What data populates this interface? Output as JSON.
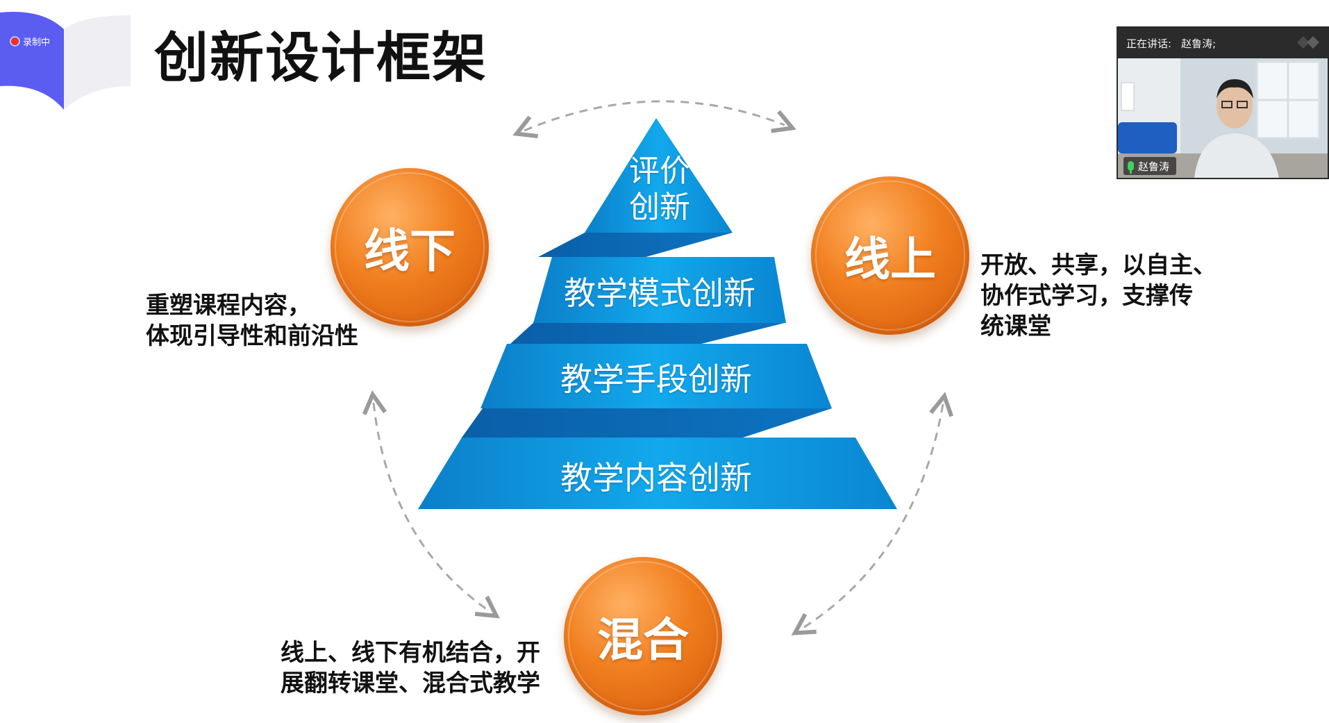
{
  "recording": {
    "label": "录制中"
  },
  "slide": {
    "title": "创新设计框架",
    "pyramid": [
      "评价\n创新",
      "教学模式创新",
      "教学手段创新",
      "教学内容创新"
    ],
    "circles": {
      "offline": "线下",
      "online": "线上",
      "blended": "混合"
    },
    "descriptions": {
      "offline": "重塑课程内容，\n体现引导性和前沿性",
      "online": "开放、共享，以自主、\n协作式学习，支撑传\n统课堂",
      "blended": "线上、线下有机结合，开\n展翻转课堂、混合式教学"
    }
  },
  "video": {
    "speaking_label": "正在讲话:",
    "speaker": "赵鲁涛;",
    "participant_name": "赵鲁涛"
  },
  "colors": {
    "pyramid_blue": "#0ea3e6",
    "circle_orange": "#f07e1e",
    "accent_purple": "#5b5cf0"
  }
}
